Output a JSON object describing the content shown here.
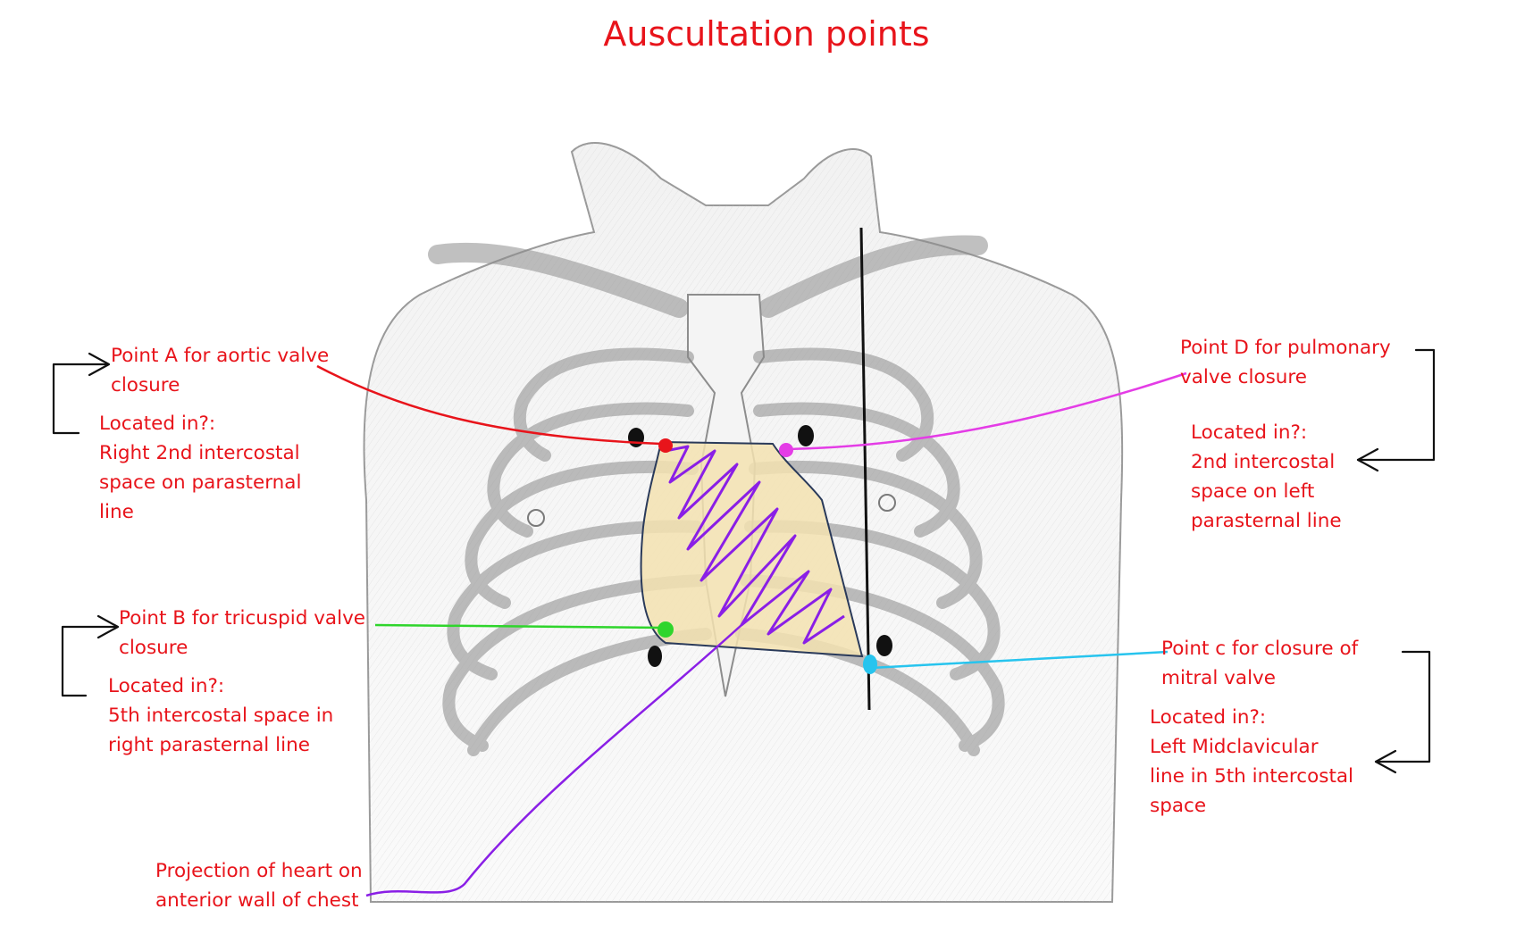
{
  "title": "Auscultation points",
  "colors": {
    "label_text": "#e8141b",
    "aortic_line": "#e8141b",
    "pulmonary_line": "#e43ce6",
    "tricuspid_line": "#2fd52c",
    "mitral_line": "#27c4ee",
    "heart_projection": "#8a1fe6",
    "heart_fill": "#f3e2b0",
    "bracket": "#111111"
  },
  "points": {
    "aortic": {
      "name_line1": "Point A for aortic valve",
      "name_line2": "closure",
      "location_heading": "Located in?:",
      "location_line1": "Right 2nd intercostal",
      "location_line2": "space on parasternal",
      "location_line3": "line"
    },
    "tricuspid": {
      "name_line1": "Point B for tricuspid valve",
      "name_line2": "closure",
      "location_heading": "Located in?:",
      "location_line1": "5th intercostal space in",
      "location_line2": "right parasternal line"
    },
    "mitral": {
      "name_line1": "Point c for closure of",
      "name_line2": "mitral valve",
      "location_heading": "Located in?:",
      "location_line1": "Left Midclavicular",
      "location_line2": "line in 5th intercostal",
      "location_line3": "space"
    },
    "pulmonary": {
      "name_line1": "Point D for pulmonary",
      "name_line2": "valve closure",
      "location_heading": "Located in?:",
      "location_line1": "2nd intercostal",
      "location_line2": "space on left",
      "location_line3": "parasternal line"
    }
  },
  "heart_projection": {
    "line1": "Projection of heart on",
    "line2": "anterior wall of chest"
  }
}
